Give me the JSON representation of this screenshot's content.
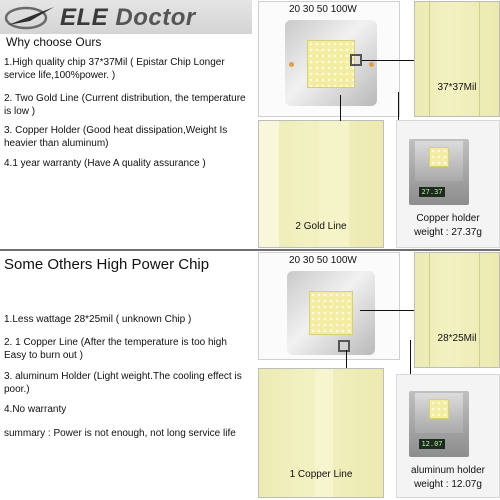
{
  "brand": {
    "name_prefix": "ELE",
    "name_suffix": " Doctor"
  },
  "top": {
    "heading": "Why choose Ours",
    "points": [
      "1.High quality chip 37*37Mil  ( Epistar Chip Longer service life,100%power. )",
      "2. Two Gold Line (Current distribution, the temperature is low )",
      "3. Copper Holder (Good heat dissipation,Weight Is heavier than aluminum)",
      "4.1 year warranty (Have A quality assurance )"
    ],
    "chip_watts": "20 30 50 100W",
    "zoom_caption": "37*37Mil",
    "line_caption": "2 Gold Line",
    "holder_caption_1": "Copper holder",
    "holder_caption_2": "weight : 27.37g",
    "scale_reading": "27.37"
  },
  "bottom": {
    "heading": "Some Others High Power Chip",
    "points": [
      "1.Less wattage 28*25mil ( unknown Chip )",
      "2. 1 Copper Line (After the temperature is too high Easy to burn out )",
      "3. aluminum Holder (Light weight.The cooling effect is poor.)",
      "4.No warranty",
      "summary : Power is not enough, not long service life"
    ],
    "chip_watts": "20 30 50 100W",
    "zoom_caption": "28*25Mil",
    "line_caption": "1 Copper Line",
    "holder_caption_1": "aluminum holder",
    "holder_caption_2": "weight : 12.07g",
    "scale_reading": "12.07"
  },
  "colors": {
    "divider": "#6f6f6f",
    "chip_yellow": "#f2eda0",
    "zoom_yellow": "#ecebb2"
  },
  "icons": {
    "logo": "swoosh-logo-icon"
  }
}
